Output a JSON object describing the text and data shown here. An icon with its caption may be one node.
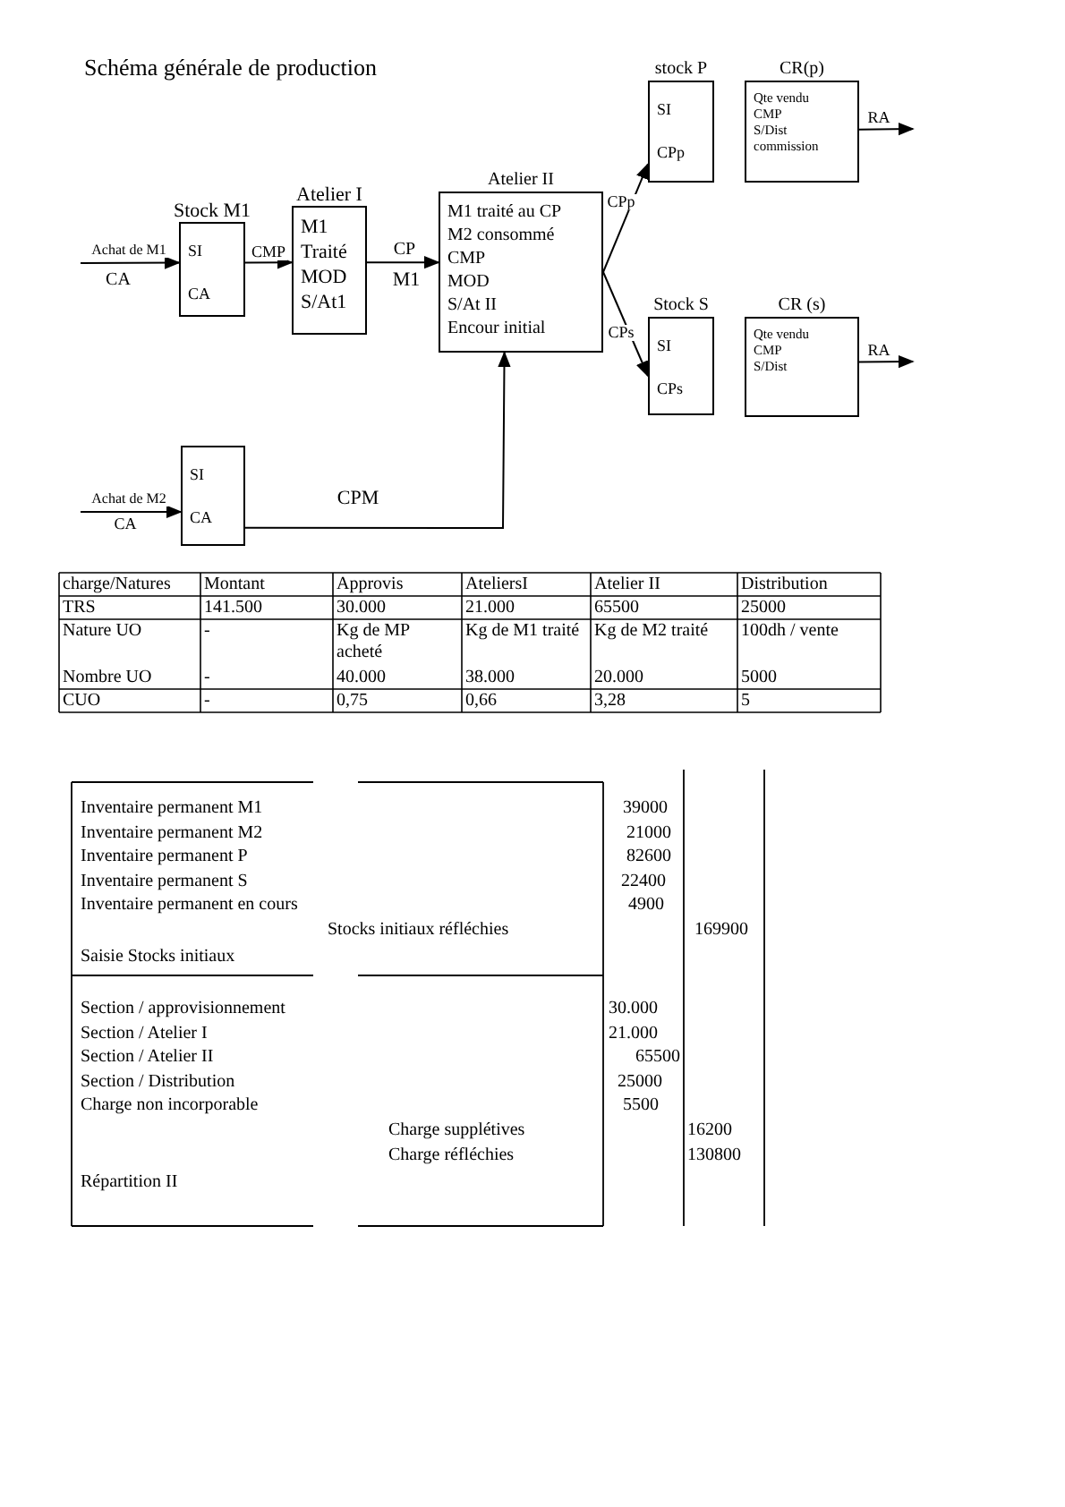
{
  "diagram": {
    "title": "Schéma générale de production",
    "nodes": [
      {
        "text": [
          "Stock M1",
          "SI",
          "CA"
        ]
      },
      {
        "text": [
          "Atelier I",
          "M1",
          "Traité",
          "MOD",
          "S/At1"
        ]
      },
      {
        "text": [
          "Atelier II",
          "M1 traité au CP",
          "M2 consommé",
          "CMP",
          "MOD",
          "S/At II",
          "Encour initial"
        ]
      },
      {
        "text": [
          "stock P",
          "SI",
          "CPp"
        ]
      },
      {
        "text": [
          "CR(p)",
          "Qte vendu",
          "CMP",
          "S/Dist",
          "commission"
        ]
      },
      {
        "text": [
          "Stock S",
          "SI",
          "CPs"
        ]
      },
      {
        "text": [
          "CR (s)",
          "Qte vendu",
          "CMP",
          "S/Dist"
        ]
      },
      {
        "text": [
          "SI",
          "CA"
        ]
      }
    ],
    "edges": [
      {
        "from": null,
        "to": 0,
        "arrow": "to",
        "label": "Achat de M1"
      },
      {
        "from": 0,
        "to": 1,
        "arrow": "to",
        "label": "CMP"
      },
      {
        "from": 1,
        "to": 2,
        "arrow": "to",
        "label": "CP"
      },
      {
        "from": 2,
        "to": 3,
        "arrow": "to",
        "label": "CPp"
      },
      {
        "from": 2,
        "to": 5,
        "arrow": "to",
        "label": "CPs"
      },
      {
        "from": 4,
        "to": null,
        "arrow": "to",
        "label": "RA"
      },
      {
        "from": 6,
        "to": null,
        "arrow": "to",
        "label": "RA"
      },
      {
        "from": null,
        "to": 7,
        "arrow": "to",
        "label": "Achat de M2"
      },
      {
        "from": 7,
        "to": 2,
        "arrow": "to",
        "label": "CPM"
      }
    ],
    "labels": [
      "CA",
      "M1",
      "CA",
      "charge/Natures",
      "Montant",
      "Approvis",
      "AteliersI",
      "Atelier II",
      "Distribution",
      "TRS",
      "141.500",
      "30.000",
      "21.000",
      "65500",
      "25000",
      "Nature UO",
      "-",
      "Kg de MP acheté",
      "Kg de M1 traité",
      "Kg de M2 traité",
      "100dh / vente",
      "Nombre UO",
      "-",
      "40.000",
      "38.000",
      "20.000",
      "5000",
      "CUO",
      "-",
      "0,75",
      "0,66",
      "3,28",
      "5",
      "Inventaire permanent M1",
      "39000",
      "Inventaire permanent M2",
      "21000",
      "Inventaire permanent P",
      "82600",
      "Inventaire permanent S",
      "22400",
      "Inventaire permanent en cours",
      "4900",
      "Stocks initiaux réfléchies",
      "169900",
      "Saisie Stocks initiaux",
      "Section / approvisionnement",
      "30.000",
      "Section / Atelier I",
      "21.000",
      "Section / Atelier II",
      "65500",
      "Section / Distribution",
      "25000",
      "Charge non incorporable",
      "5500",
      "Charge supplétives",
      "16200",
      "Charge réfléchies",
      "130800",
      "Répartition II"
    ]
  }
}
